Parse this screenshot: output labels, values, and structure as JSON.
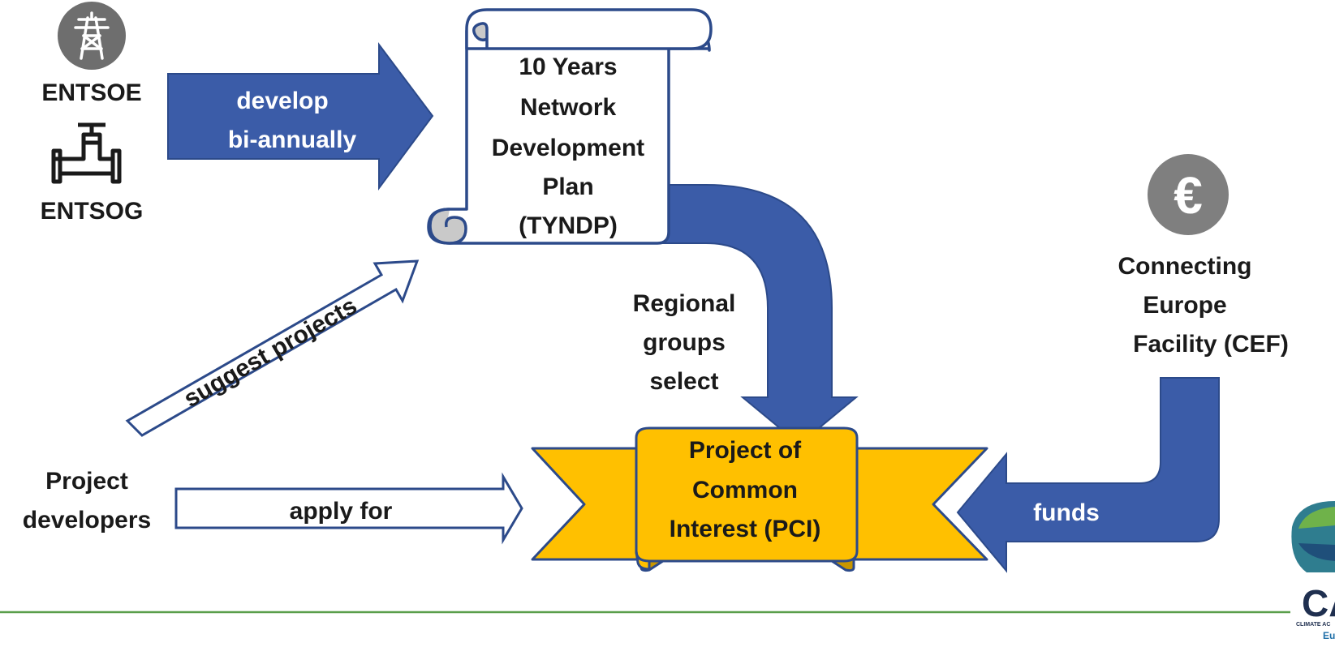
{
  "actors": {
    "entsoe": "ENTSOE",
    "entsog": "ENTSOG",
    "developers_line1": "Project",
    "developers_line2": "developers"
  },
  "arrows": {
    "develop_line1": "develop",
    "develop_line2": "bi-annually",
    "suggest": "suggest projects",
    "apply": "apply for",
    "funds": "funds",
    "regional_line1": "Regional",
    "regional_line2": "groups",
    "regional_line3": "select"
  },
  "tyndp": {
    "line1": "10 Years",
    "line2": "Network",
    "line3": "Development",
    "line4": "Plan",
    "line5": "(TYNDP)"
  },
  "pci": {
    "line1": "Project of",
    "line2": "Common",
    "line3": "Interest (PCI)"
  },
  "cef": {
    "line1": "Connecting",
    "line2": "Europe",
    "line3": "Facility (CEF)",
    "symbol": "€"
  },
  "logo": {
    "letters": "CA",
    "tagline": "CLIMATE AC",
    "sub": "Eu"
  },
  "colors": {
    "arrow_blue": "#3b5ca8",
    "arrow_outline": "#2c4a8a",
    "ribbon_gold": "#ffc000",
    "gray_icon": "#7f7f7f",
    "footer_line": "#5a9e4b"
  },
  "icons": {
    "entsoe": "power-pylon-icon",
    "entsog": "gas-pipe-icon",
    "cef": "euro-icon"
  }
}
